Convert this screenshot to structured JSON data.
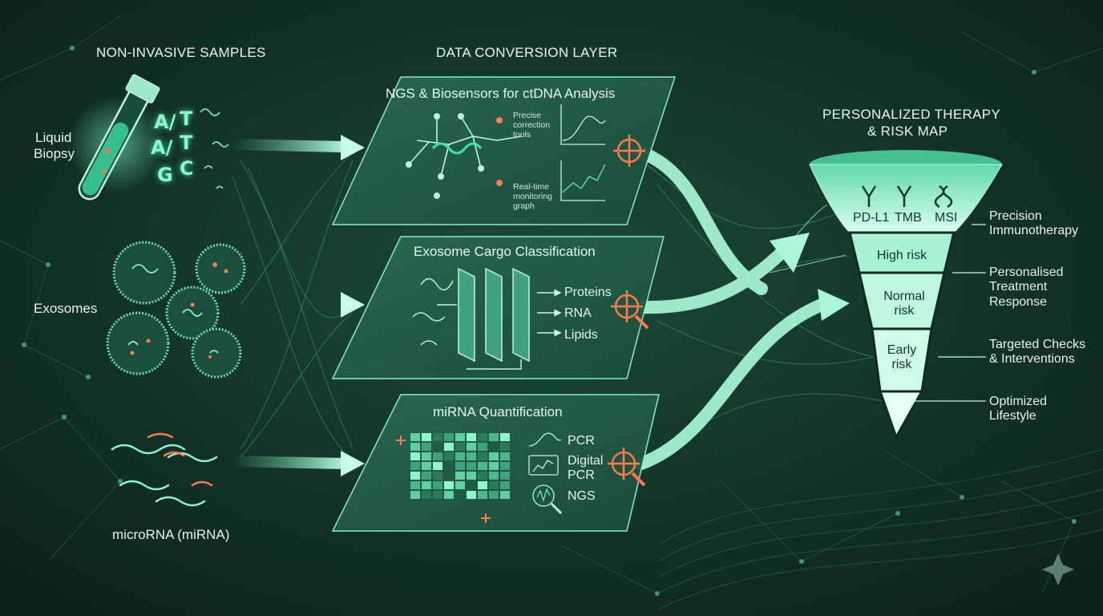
{
  "headers": {
    "samples": "NON-INVASIVE SAMPLES",
    "conversion": "DATA CONVERSION LAYER",
    "therapy_line1": "PERSONALIZED THERAPY",
    "therapy_line2": "& RISK MAP"
  },
  "samples": {
    "liquid_biopsy_line1": "Liquid",
    "liquid_biopsy_line2": "Biopsy",
    "exosomes": "Exosomes",
    "mirna": "microRNA (miRNA)",
    "bases": [
      "A/",
      "T",
      "A/",
      "T",
      "G",
      "C"
    ]
  },
  "panels": {
    "ngs": {
      "title": "NGS & Biosensors for ctDNA Analysis",
      "correction_line1": "Precise",
      "correction_line2": "correction",
      "correction_line3": "tools",
      "monitoring_line1": "Real-time",
      "monitoring_line2": "monitoring",
      "monitoring_line3": "graph"
    },
    "exosome": {
      "title": "Exosome Cargo Classification",
      "outputs": [
        "Proteins",
        "RNA",
        "Lipids"
      ]
    },
    "mirna": {
      "title": "miRNA Quantification",
      "methods": [
        "PCR",
        "Digital",
        "PCR",
        "NGS"
      ]
    }
  },
  "funnel": {
    "markers": [
      "PD-L1",
      "TMB",
      "MSI"
    ],
    "levels": [
      {
        "line1": "High risk",
        "line2": ""
      },
      {
        "line1": "Normal",
        "line2": "risk"
      },
      {
        "line1": "Early",
        "line2": "risk"
      }
    ]
  },
  "results": [
    {
      "line1": "Precision",
      "line2": "Immunotherapy",
      "line3": ""
    },
    {
      "line1": "Personalised",
      "line2": "Treatment",
      "line3": "Response"
    },
    {
      "line1": "Targeted Checks",
      "line2": "& Interventions",
      "line3": ""
    },
    {
      "line1": "Optimized",
      "line2": "Lifestyle",
      "line3": ""
    }
  ],
  "colors": {
    "background": "#0f2a21",
    "accent": "#6fe3b4",
    "highlight": "#ff7a4d",
    "panel": "#1f5a45"
  }
}
